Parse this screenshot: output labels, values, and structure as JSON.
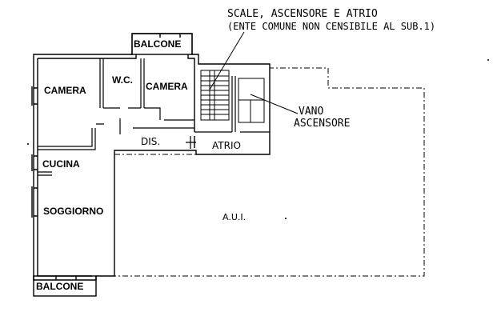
{
  "annotation": {
    "line1": "SCALE, ASCENSORE E ATRIO",
    "line2": "(ENTE COMUNE NON CENSIBILE AL SUB.1)"
  },
  "rooms": {
    "balcone_top": "BALCONE",
    "camera_left": "CAMERA",
    "wc": "W.C.",
    "camera_right": "CAMERA",
    "dis": "DIS.",
    "atrio": "ATRIO",
    "cucina": "CUCINA",
    "soggiorno": "SOGGIORNO",
    "balcone_bottom": "BALCONE",
    "aui": "A.U.I."
  },
  "vano": {
    "line1": "VANO",
    "line2": "ASCENSORE"
  }
}
